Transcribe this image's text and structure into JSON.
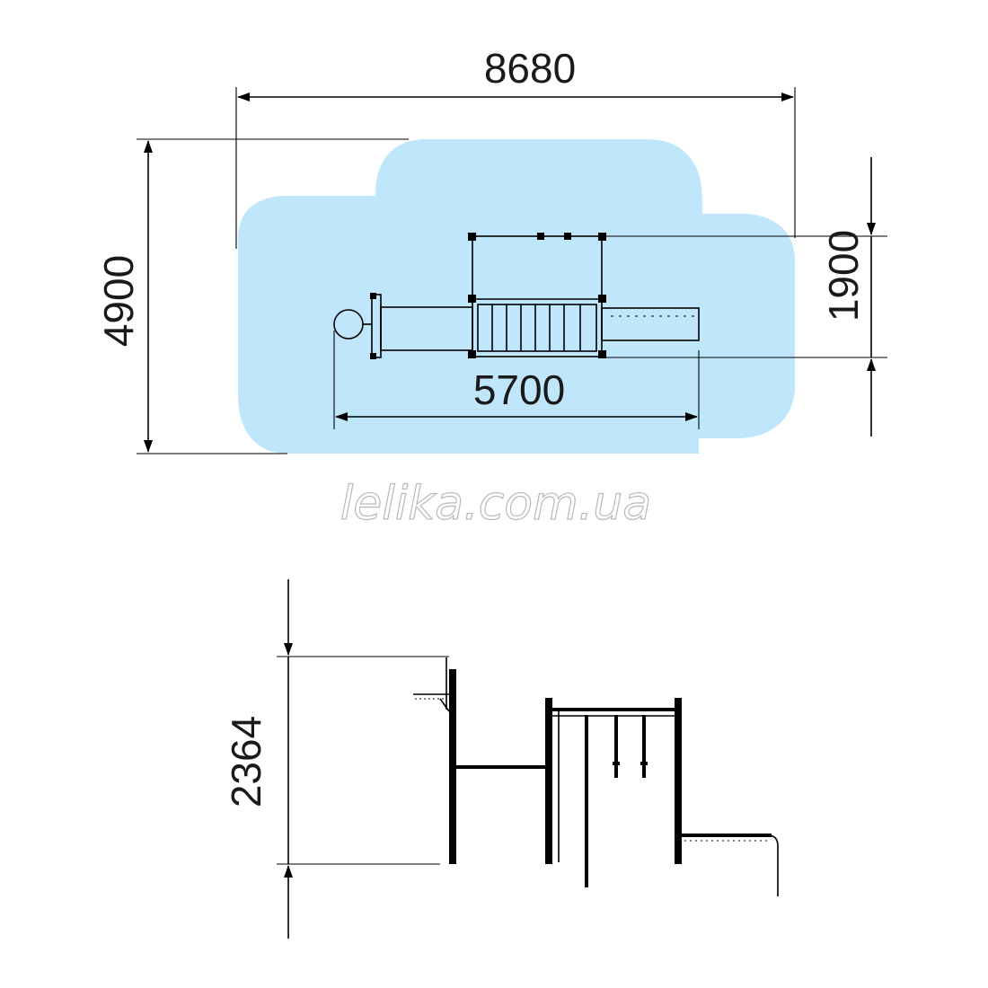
{
  "plan_view": {
    "zone_color": "#bfe6fb",
    "dim_total_length": "8680",
    "dim_total_width": "4900",
    "dim_structure_length": "5700",
    "dim_structure_width": "1900"
  },
  "watermark": "lelika.com.ua",
  "side_view": {
    "dim_height": "2364"
  },
  "colors": {
    "lines": "#000000",
    "zone": "#bfe6fb"
  }
}
